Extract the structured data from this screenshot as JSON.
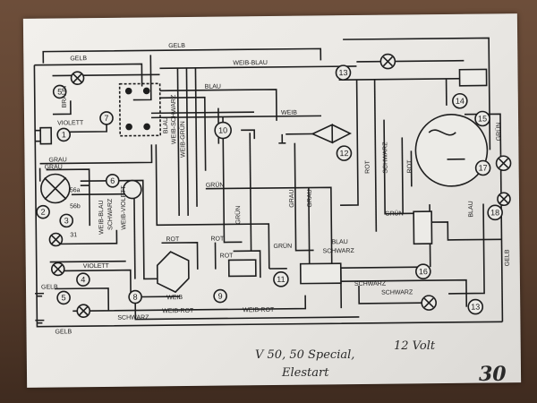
{
  "components": [
    {
      "id": "1",
      "kind": "horn"
    },
    {
      "id": "2",
      "kind": "headlight"
    },
    {
      "id": "3",
      "kind": "lamp"
    },
    {
      "id": "4",
      "kind": "lamp"
    },
    {
      "id": "5",
      "kind": "lamp"
    },
    {
      "id": "5",
      "kind": "lamp"
    },
    {
      "id": "6",
      "kind": "switch"
    },
    {
      "id": "7",
      "kind": "switch-block"
    },
    {
      "id": "8",
      "kind": "rectifier"
    },
    {
      "id": "9",
      "kind": "connector"
    },
    {
      "id": "10",
      "kind": "switch"
    },
    {
      "id": "11",
      "kind": "connector"
    },
    {
      "id": "12",
      "kind": "lamp"
    },
    {
      "id": "13",
      "kind": "lamp"
    },
    {
      "id": "13",
      "kind": "lamp"
    },
    {
      "id": "14",
      "kind": "connector"
    },
    {
      "id": "15",
      "kind": "flywheel-magneto"
    },
    {
      "id": "16",
      "kind": "terminal-block"
    },
    {
      "id": "17",
      "kind": "lamp"
    },
    {
      "id": "18",
      "kind": "lamp"
    }
  ],
  "wire_labels": {
    "gelb": "GELB",
    "weiss_blau": "WEIB-BLAU",
    "blau": "BLAU",
    "weiss": "WEIB",
    "violett": "VIOLETT",
    "braun": "BRAUN",
    "grau": "GRAU",
    "weiss_schwarz": "WEIB-SCHWARZ",
    "weiss_gruen": "WEIB-GRÜN",
    "schwarz": "SCHWARZ",
    "gruen": "GRÜN",
    "rot": "ROT",
    "weiss_rot": "WEIB-ROT",
    "blau_schwarz": "BLAU-SCHWARZ",
    "weiss_violett": "WEIB-VIOLETT",
    "weiss_blau2": "WEIB-BLAU"
  },
  "pin_labels": {
    "p56a": "56a",
    "p56b": "56b",
    "p31": "31"
  },
  "handwriting": {
    "model": "V 50, 50 Special,",
    "start": "Elestart",
    "voltage": "12 Volt",
    "page": "30"
  },
  "colors": {
    "ink": "#1e1e1e",
    "paper": "#ecebe7",
    "pencil": "#2a2a2a"
  }
}
